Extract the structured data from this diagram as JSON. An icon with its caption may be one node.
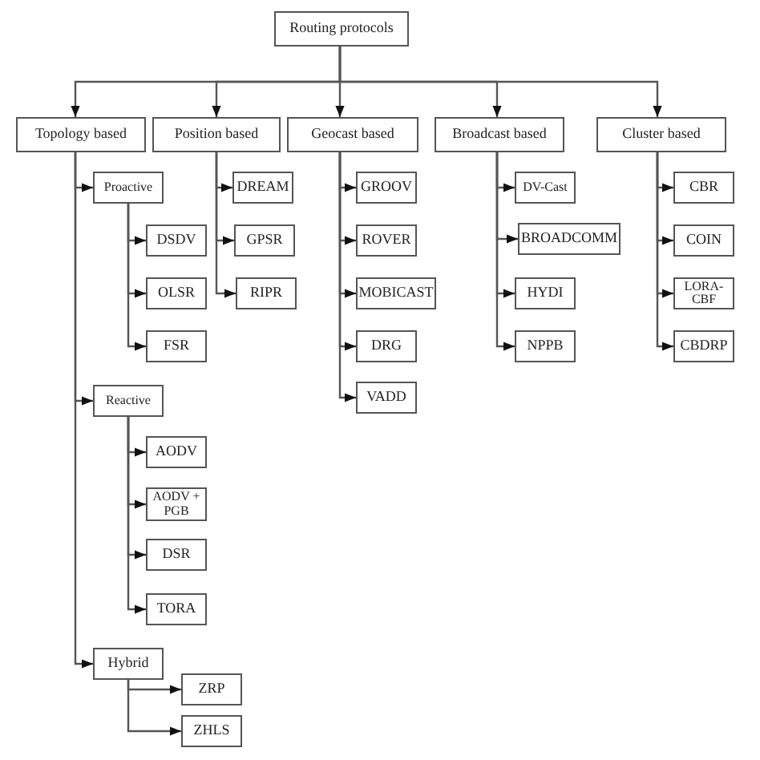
{
  "diagram": {
    "nodes": [
      {
        "text": [
          "Routing protocols"
        ]
      },
      {
        "text": [
          "Topology based"
        ]
      },
      {
        "text": [
          "Position based"
        ]
      },
      {
        "text": [
          "Geocast based"
        ]
      },
      {
        "text": [
          "Broadcast based"
        ]
      },
      {
        "text": [
          "Cluster based"
        ]
      },
      {
        "text": [
          "Proactive"
        ]
      },
      {
        "text": [
          "DSDV"
        ]
      },
      {
        "text": [
          "OLSR"
        ]
      },
      {
        "text": [
          "FSR"
        ]
      },
      {
        "text": [
          "Reactive"
        ]
      },
      {
        "text": [
          "AODV"
        ]
      },
      {
        "text": [
          "AODV + PGB"
        ]
      },
      {
        "text": [
          "DSR"
        ]
      },
      {
        "text": [
          "TORA"
        ]
      },
      {
        "text": [
          "Hybrid"
        ]
      },
      {
        "text": [
          "ZRP"
        ]
      },
      {
        "text": [
          "ZHLS"
        ]
      },
      {
        "text": [
          "DREAM"
        ]
      },
      {
        "text": [
          "GPSR"
        ]
      },
      {
        "text": [
          "RIPR"
        ]
      },
      {
        "text": [
          "GROOV"
        ]
      },
      {
        "text": [
          "ROVER"
        ]
      },
      {
        "text": [
          "MOBICAST"
        ]
      },
      {
        "text": [
          "DRG"
        ]
      },
      {
        "text": [
          "VADD"
        ]
      },
      {
        "text": [
          "DV-Cast"
        ]
      },
      {
        "text": [
          "BROADCOMM"
        ]
      },
      {
        "text": [
          "HYDI"
        ]
      },
      {
        "text": [
          "NPPB"
        ]
      },
      {
        "text": [
          "CBR"
        ]
      },
      {
        "text": [
          "COIN"
        ]
      },
      {
        "text": [
          "LORA-CBF"
        ]
      },
      {
        "text": [
          "CBDRP"
        ]
      }
    ],
    "edges": [
      {
        "from": 0,
        "to": 1,
        "arrow": "to"
      },
      {
        "from": 0,
        "to": 2,
        "arrow": "to"
      },
      {
        "from": 0,
        "to": 3,
        "arrow": "to"
      },
      {
        "from": 0,
        "to": 4,
        "arrow": "to"
      },
      {
        "from": 0,
        "to": 5,
        "arrow": "to"
      },
      {
        "from": 1,
        "to": 6,
        "arrow": "to"
      },
      {
        "from": 6,
        "to": 7,
        "arrow": "to"
      },
      {
        "from": 6,
        "to": 8,
        "arrow": "to"
      },
      {
        "from": 6,
        "to": 9,
        "arrow": "to"
      },
      {
        "from": 1,
        "to": 10,
        "arrow": "to"
      },
      {
        "from": 10,
        "to": 11,
        "arrow": "to"
      },
      {
        "from": 10,
        "to": 12,
        "arrow": "to"
      },
      {
        "from": 10,
        "to": 13,
        "arrow": "to"
      },
      {
        "from": 10,
        "to": 14,
        "arrow": "to"
      },
      {
        "from": 1,
        "to": 15,
        "arrow": "to"
      },
      {
        "from": 15,
        "to": 16,
        "arrow": "to"
      },
      {
        "from": 15,
        "to": 17,
        "arrow": "to"
      },
      {
        "from": 2,
        "to": 18,
        "arrow": "to"
      },
      {
        "from": 2,
        "to": 19,
        "arrow": "to"
      },
      {
        "from": 2,
        "to": 20,
        "arrow": "to"
      },
      {
        "from": 3,
        "to": 21,
        "arrow": "to"
      },
      {
        "from": 3,
        "to": 22,
        "arrow": "to"
      },
      {
        "from": 3,
        "to": 23,
        "arrow": "to"
      },
      {
        "from": 3,
        "to": 24,
        "arrow": "to"
      },
      {
        "from": 3,
        "to": 25,
        "arrow": "to"
      },
      {
        "from": 4,
        "to": 26,
        "arrow": "to"
      },
      {
        "from": 4,
        "to": 27,
        "arrow": "to"
      },
      {
        "from": 4,
        "to": 28,
        "arrow": "to"
      },
      {
        "from": 4,
        "to": 29,
        "arrow": "to"
      },
      {
        "from": 5,
        "to": 30,
        "arrow": "to"
      },
      {
        "from": 5,
        "to": 31,
        "arrow": "to"
      },
      {
        "from": 5,
        "to": 32,
        "arrow": "to"
      },
      {
        "from": 5,
        "to": 33,
        "arrow": "to"
      }
    ]
  }
}
